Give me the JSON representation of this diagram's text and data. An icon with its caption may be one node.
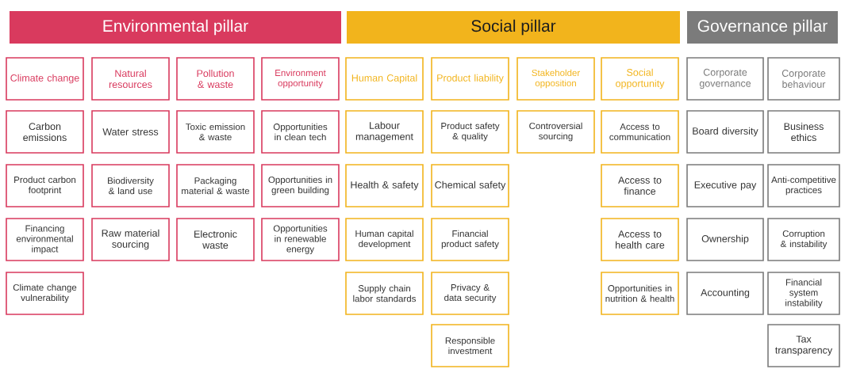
{
  "diagram": {
    "nodes": [
      {
        "text": [
          "Environmental pillar"
        ]
      },
      {
        "text": [
          "Climate change"
        ]
      },
      {
        "text": [
          "Carbon emissions"
        ]
      },
      {
        "text": [
          "Product carbon footprint"
        ]
      },
      {
        "text": [
          "Financing environmental impact"
        ]
      },
      {
        "text": [
          "Climate change vulnerability"
        ]
      },
      {
        "text": [
          "Natural resources"
        ]
      },
      {
        "text": [
          "Water stress"
        ]
      },
      {
        "text": [
          "Biodiversity & land use"
        ]
      },
      {
        "text": [
          "Raw material sourcing"
        ]
      },
      {
        "text": [
          "Pollution & waste"
        ]
      },
      {
        "text": [
          "Toxic emission & waste"
        ]
      },
      {
        "text": [
          "Packaging material & waste"
        ]
      },
      {
        "text": [
          "Electronic waste"
        ]
      },
      {
        "text": [
          "Environment opportunity"
        ]
      },
      {
        "text": [
          "Opportunities in clean tech"
        ]
      },
      {
        "text": [
          "Opportunities in green building"
        ]
      },
      {
        "text": [
          "Opportunities in renewable energy"
        ]
      },
      {
        "text": [
          "Social pillar"
        ]
      },
      {
        "text": [
          "Human Capital"
        ]
      },
      {
        "text": [
          "Labour management"
        ]
      },
      {
        "text": [
          "Health & safety"
        ]
      },
      {
        "text": [
          "Human capital development"
        ]
      },
      {
        "text": [
          "Supply chain labor standards"
        ]
      },
      {
        "text": [
          "Product liability"
        ]
      },
      {
        "text": [
          "Product safety & quality"
        ]
      },
      {
        "text": [
          "Chemical safety"
        ]
      },
      {
        "text": [
          "Financial product safety"
        ]
      },
      {
        "text": [
          "Privacy & data security"
        ]
      },
      {
        "text": [
          "Responsible investment"
        ]
      },
      {
        "text": [
          "Stakeholder opposition"
        ]
      },
      {
        "text": [
          "Controversial sourcing"
        ]
      },
      {
        "text": [
          "Social opportunity"
        ]
      },
      {
        "text": [
          "Access to communication"
        ]
      },
      {
        "text": [
          "Access to finance"
        ]
      },
      {
        "text": [
          "Access to health care"
        ]
      },
      {
        "text": [
          "Opportunities in nutrition & health"
        ]
      },
      {
        "text": [
          "Governance pillar"
        ]
      },
      {
        "text": [
          "Corporate governance"
        ]
      },
      {
        "text": [
          "Board diversity"
        ]
      },
      {
        "text": [
          "Executive pay"
        ]
      },
      {
        "text": [
          "Ownership"
        ]
      },
      {
        "text": [
          "Accounting"
        ]
      },
      {
        "text": [
          "Corporate behaviour"
        ]
      },
      {
        "text": [
          "Business ethics"
        ]
      },
      {
        "text": [
          "Anti-competitive practices"
        ]
      },
      {
        "text": [
          "Corruption & instability"
        ]
      },
      {
        "text": [
          "Financial system instability"
        ]
      },
      {
        "text": [
          "Tax transparency"
        ]
      }
    ]
  }
}
